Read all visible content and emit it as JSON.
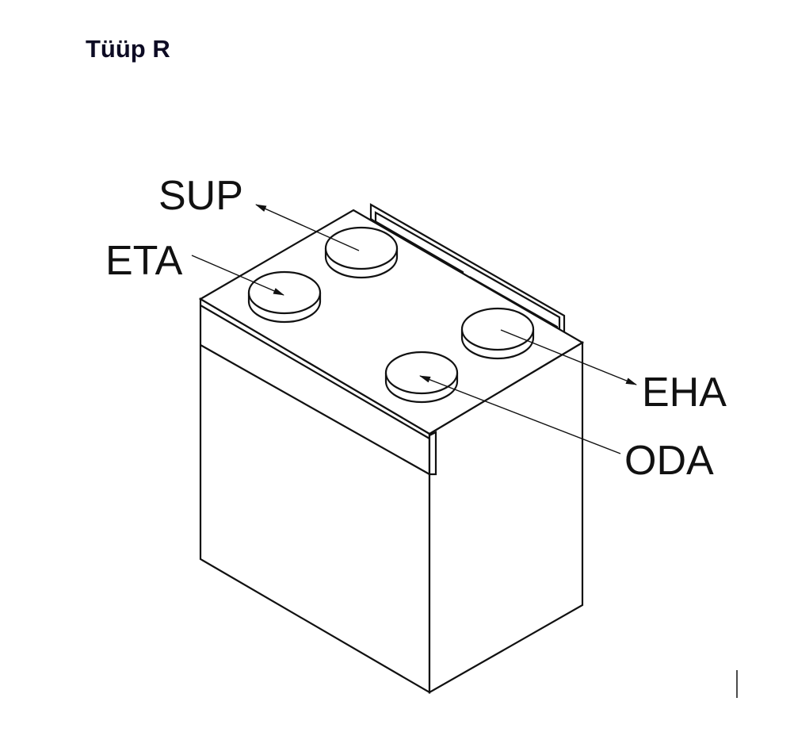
{
  "title": "Tüüp R",
  "labels": {
    "sup": "SUP",
    "eta": "ETA",
    "eha": "EHA",
    "oda": "ODA"
  }
}
